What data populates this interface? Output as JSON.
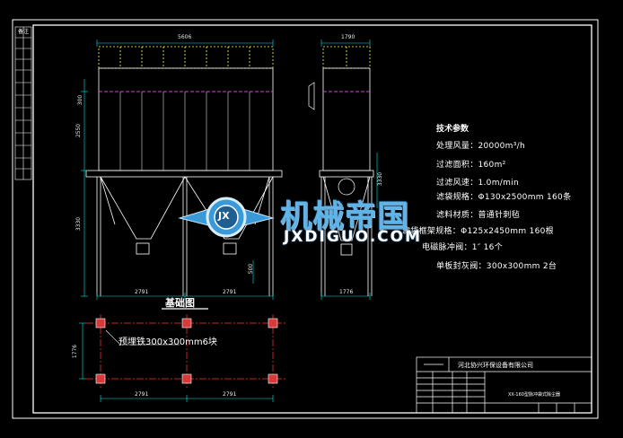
{
  "drawing": {
    "section_label": "基础图",
    "embed_note": "预埋铁300x300mm6块",
    "dims": {
      "top_width": "5606",
      "side_width": "1790",
      "h_300": "300",
      "h_2550": "2550",
      "h_3330": "3330",
      "h_500": "500",
      "h_3330_side": "3330",
      "bottom_1": "2791",
      "bottom_2": "2791",
      "bottom_side": "1776",
      "base_left": "1776",
      "base_1": "2791",
      "base_2": "2791"
    }
  },
  "specs": {
    "title": "技术参数",
    "rows": [
      "处理风量：20000m³/h",
      "过滤面积：160m²",
      "过滤风速：1.0m/min",
      "滤袋规格：Φ130x2500mm    160条",
      "滤料材质：普通针刺毡",
      "滤袋框架规格：Φ125x2450mm     160根",
      "电磁脉冲阀：1″            16个",
      "单板封灰阀：300x300mm    2台"
    ]
  },
  "title_block": {
    "company": "河北协兴环保设备有限公司",
    "drawing_name": "XX-160型脉冲袋式除尘器",
    "corner_label": "备注"
  },
  "watermark": {
    "text_cn": "机械帝国",
    "text_en": "JXDIGUO.COM",
    "logo_letters": "JX"
  },
  "colors": {
    "line": "#ffffff",
    "dim": "#00e5e5",
    "hidden": "#ffff33",
    "plate": "#cc44cc",
    "center": "#ff3333",
    "base": "#d63a3a",
    "brand": "#3a9ad9"
  }
}
